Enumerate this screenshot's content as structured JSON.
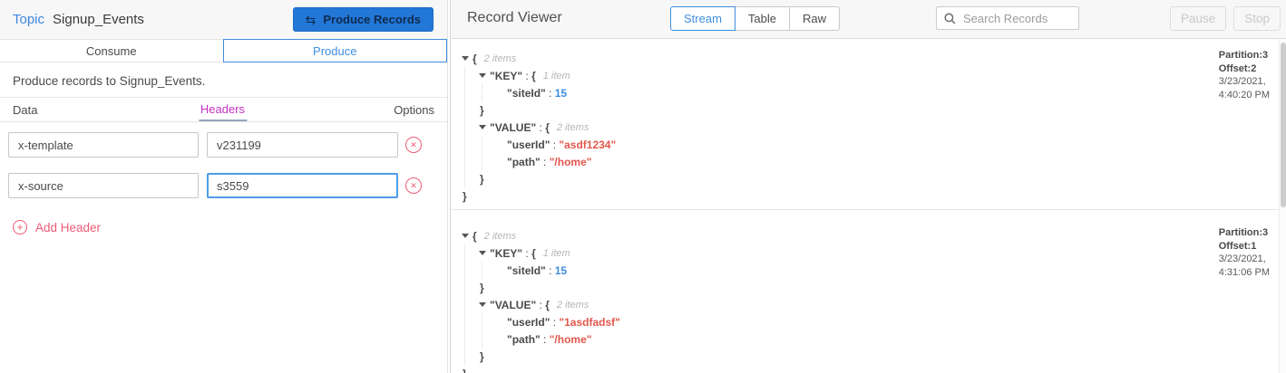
{
  "topic_panel": {
    "topic_label": "Topic",
    "topic_name": "Signup_Events",
    "produce_button": "Produce Records",
    "produce_icon": "⇆",
    "tabs": {
      "consume": "Consume",
      "produce": "Produce"
    },
    "description": "Produce records to Signup_Events.",
    "subtabs": {
      "data": "Data",
      "headers": "Headers",
      "options": "Options"
    },
    "headers": [
      {
        "key": "x-template",
        "value": "v231199"
      },
      {
        "key": "x-source",
        "value": "s3559"
      }
    ],
    "add_header_label": "Add Header",
    "remove_icon": "✕",
    "add_icon": "+"
  },
  "viewer": {
    "title": "Record Viewer",
    "view_tabs": [
      "Stream",
      "Table",
      "Raw"
    ],
    "active_view_tab": "Stream",
    "search_placeholder": "Search Records",
    "pause_label": "Pause",
    "stop_label": "Stop",
    "meta_labels": {
      "partition": "Partition:",
      "offset": "Offset:"
    },
    "records": [
      {
        "partition": "3",
        "offset": "2",
        "date": "3/23/2021,",
        "time": "4:40:20 PM",
        "key": {
          "siteId": 15
        },
        "value": {
          "userId": "asdf1234",
          "path": "/home"
        }
      },
      {
        "partition": "3",
        "offset": "1",
        "date": "3/23/2021,",
        "time": "4:31:06 PM",
        "key": {
          "siteId": 15
        },
        "value": {
          "userId": "1asdfadsf",
          "path": "/home"
        }
      }
    ]
  },
  "colors": {
    "accent_blue": "#3e8ede",
    "button_blue": "#2277d7",
    "magenta": "#c431c4",
    "pink": "#ec5c75",
    "json_string": "#e2574c",
    "json_number": "#3e8ede",
    "header_bg": "#f7f7f7"
  }
}
